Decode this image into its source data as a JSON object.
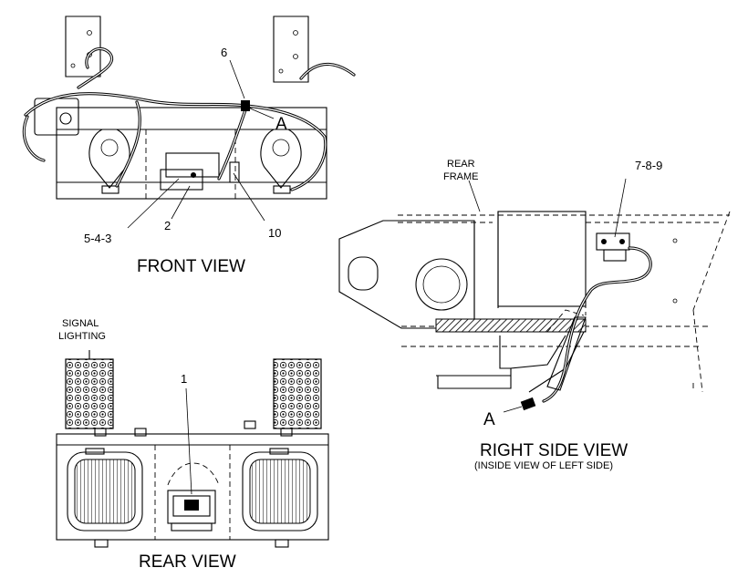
{
  "views": {
    "front": {
      "title": "FRONT VIEW",
      "callouts": {
        "c6": "6",
        "cA": "A",
        "c543": "5-4-3",
        "c2": "2",
        "c10": "10"
      }
    },
    "rear": {
      "title": "REAR VIEW",
      "signal_label_line1": "SIGNAL",
      "signal_label_line2": "LIGHTING",
      "callouts": {
        "c1": "1"
      }
    },
    "side": {
      "title": "RIGHT SIDE VIEW",
      "subtitle": "(INSIDE VIEW OF LEFT SIDE)",
      "frame_label_line1": "REAR",
      "frame_label_line2": "FRAME",
      "callouts": {
        "c789": "7-8-9",
        "cA": "A"
      }
    }
  }
}
